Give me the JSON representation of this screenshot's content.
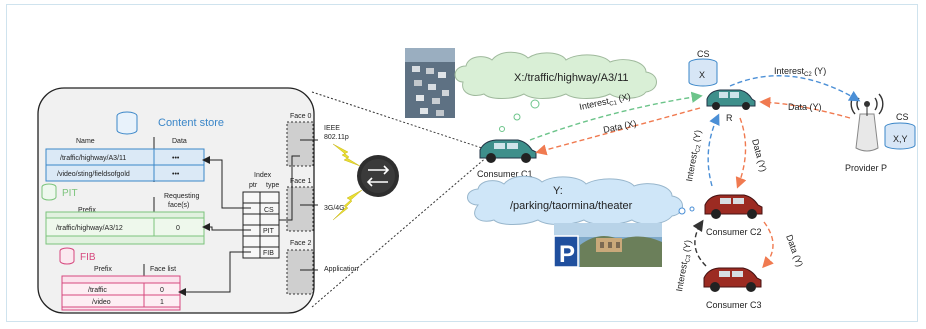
{
  "node": {
    "content_store_title": "Content store",
    "cs_col_name": "Name",
    "cs_col_data": "Data",
    "cs_rows": [
      {
        "name": "/traffic/highway/A3/11",
        "data": "•••"
      },
      {
        "name": "/video/sting/fieldsofgold",
        "data": "•••"
      }
    ],
    "pit_title": "PIT",
    "pit_col_prefix": "Prefix",
    "pit_col_faces_1": "Requesting",
    "pit_col_faces_2": "face(s)",
    "pit_rows": [
      {
        "prefix": "/traffic/highway/A3/12",
        "face": "0"
      }
    ],
    "fib_title": "FIB",
    "fib_col_prefix": "Prefix",
    "fib_col_faces": "Face list",
    "fib_rows": [
      {
        "prefix": "/traffic",
        "face": "0"
      },
      {
        "prefix": "/video",
        "face": "1"
      }
    ],
    "index_label": "Index",
    "index_ptr": "ptr",
    "index_type": "type",
    "index_rows": [
      "CS",
      "PIT",
      "FIB"
    ],
    "faces": [
      {
        "name": "Face 0",
        "tech": [
          "IEEE",
          "802.11p"
        ]
      },
      {
        "name": "Face 1",
        "tech": [
          "3G/4G"
        ]
      },
      {
        "name": "Face 2",
        "tech": [
          "Application"
        ]
      }
    ]
  },
  "network": {
    "cloud_x": "X:/traffic/highway/A3/11",
    "cloud_y_1": "Y:",
    "cloud_y_2": "/parking/taormina/theater",
    "cs_label": "CS",
    "cs_r_value": "X",
    "cs_p_value": "X,Y",
    "router_label": "R",
    "provider_label": "Provider P",
    "consumer_c1": "Consumer C1",
    "consumer_c2": "Consumer C2",
    "consumer_c3": "Consumer C3",
    "interest_c1_x": {
      "base": "Interest",
      "sub": "C1",
      "arg": " (X)"
    },
    "data_x": "Data (X)",
    "interest_c2_y_top": {
      "base": "Interest",
      "sub": "C2",
      "arg": " (Y)"
    },
    "data_y_top": "Data (Y)",
    "interest_c2_y_vert": {
      "base": "Interest",
      "sub": "C2",
      "arg": " (Y)"
    },
    "data_y_vert": "Data (Y)",
    "interest_c3_y": {
      "base": "Interest",
      "sub": "C3",
      "arg": " (Y)"
    },
    "data_y_c3": "Data (Y)",
    "parking_sign": "P"
  },
  "colors": {
    "cs_blue": "#3a86c8",
    "pit_green": "#7cc47c",
    "fib_pink": "#d6487e",
    "interest_green": "#6cc48a",
    "data_orange": "#f07a50",
    "interest_blue": "#4b8fd6",
    "cloud_green": "#d9efd6",
    "cloud_blue": "#cfe6f8",
    "car_teal": "#3e8f8b",
    "car_red": "#9c2b22"
  }
}
